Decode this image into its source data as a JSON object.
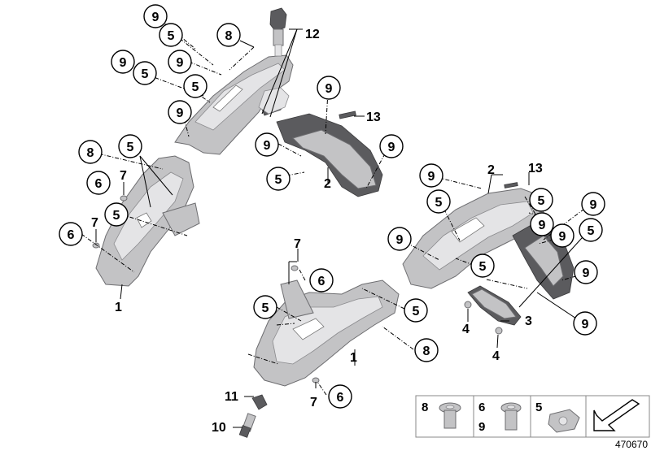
{
  "callouts": [
    {
      "id": "c1",
      "label": "9"
    },
    {
      "id": "c2",
      "label": "5"
    },
    {
      "id": "c3",
      "label": "8"
    },
    {
      "id": "c4",
      "label": "9"
    },
    {
      "id": "c5",
      "label": "9"
    },
    {
      "id": "c6",
      "label": "5"
    },
    {
      "id": "c7",
      "label": "5"
    },
    {
      "id": "c8",
      "label": "9"
    },
    {
      "id": "c9",
      "label": "9"
    },
    {
      "id": "c10",
      "label": "9"
    },
    {
      "id": "c11",
      "label": "9"
    },
    {
      "id": "c12",
      "label": "5"
    },
    {
      "id": "c13",
      "label": "8"
    },
    {
      "id": "c14",
      "label": "5"
    },
    {
      "id": "c15",
      "label": "6"
    },
    {
      "id": "c16",
      "label": "5"
    },
    {
      "id": "c17",
      "label": "6"
    },
    {
      "id": "c18",
      "label": "9"
    },
    {
      "id": "c19",
      "label": "5"
    },
    {
      "id": "c20",
      "label": "5"
    },
    {
      "id": "c21",
      "label": "9"
    },
    {
      "id": "c22",
      "label": "9"
    },
    {
      "id": "c23",
      "label": "5"
    },
    {
      "id": "c24",
      "label": "9"
    },
    {
      "id": "c25",
      "label": "5"
    },
    {
      "id": "c26",
      "label": "9"
    },
    {
      "id": "c27",
      "label": "9"
    },
    {
      "id": "c28",
      "label": "9"
    },
    {
      "id": "c29",
      "label": "6"
    },
    {
      "id": "c30",
      "label": "5"
    },
    {
      "id": "c31",
      "label": "5"
    },
    {
      "id": "c32",
      "label": "8"
    },
    {
      "id": "c33",
      "label": "6"
    }
  ],
  "plain_labels": [
    {
      "id": "p1",
      "label": "12"
    },
    {
      "id": "p2",
      "label": "13"
    },
    {
      "id": "p3",
      "label": "2"
    },
    {
      "id": "p4",
      "label": "7"
    },
    {
      "id": "p5",
      "label": "7"
    },
    {
      "id": "p6",
      "label": "1"
    },
    {
      "id": "p7",
      "label": "2"
    },
    {
      "id": "p8",
      "label": "13"
    },
    {
      "id": "p9",
      "label": "7"
    },
    {
      "id": "p10",
      "label": "3"
    },
    {
      "id": "p11",
      "label": "4"
    },
    {
      "id": "p12",
      "label": "4"
    },
    {
      "id": "p13",
      "label": "1"
    },
    {
      "id": "p14",
      "label": "7"
    },
    {
      "id": "p15",
      "label": "11"
    },
    {
      "id": "p16",
      "label": "10"
    }
  ],
  "legend": {
    "cell1_label": "8",
    "cell2_label_top": "6",
    "cell2_label_bottom": "9",
    "cell3_label": "5"
  },
  "drawing_number": "470670"
}
